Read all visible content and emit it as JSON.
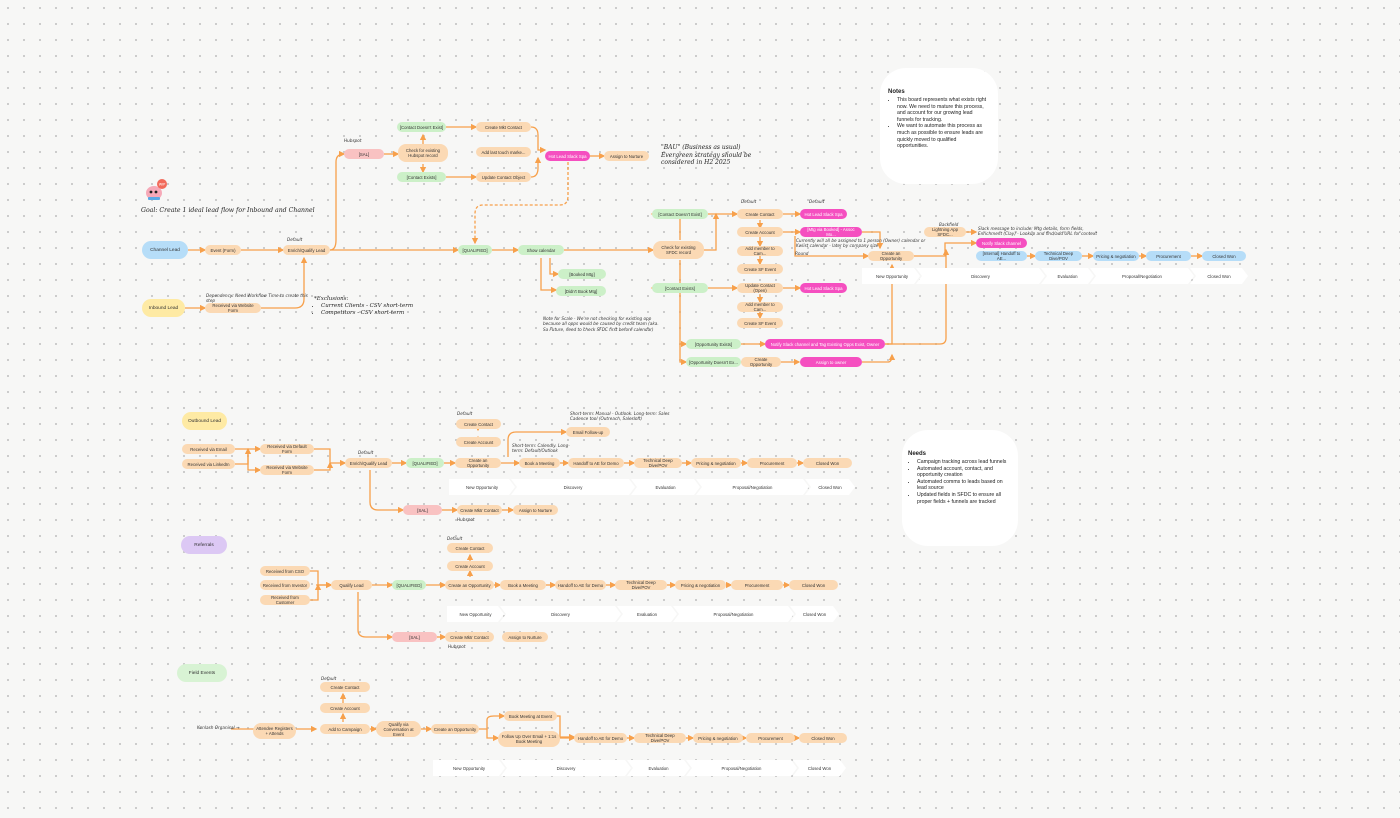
{
  "goal_title": "Goal: Create 1 ideal lead flow for Inbound and Channel",
  "notes_card": {
    "heading": "Notes",
    "items": [
      "This board represents what exists right now. We need to mature this process, and account for our growing lead funnels for tracking.",
      "We want to automate this process as much as possible to ensure leads are quickly moved to qualified opportunities."
    ]
  },
  "needs_card": {
    "heading": "Needs",
    "items": [
      "Campaign tracking across lead funnels",
      "Automated account, contact, and opportunity creation",
      "Automated comms to leads based on lead source",
      "Updated fields in SFDC to ensure all proper fields + funnels are tracked"
    ]
  },
  "bau_note": "\"BAU\" (Business as usual)\nEvergreen strategy should be\nconsidered in H2 2025",
  "exclusions": {
    "heading": "*Exclusions:",
    "items": [
      "Current Clients - CSV short-term",
      "Competitors - CSV short-term"
    ]
  },
  "annotations": {
    "a1": "Hubspot",
    "a2": "Default",
    "a3": "Dependency: Need Workflow Time to create this step",
    "a4": "Note for Scale - We're not checking for existing opp because all opps would be caused by credit team (aka. Sa Future, need to check SFDC first before calendar)",
    "a5": "Default",
    "a6": "Currently will all be assigned to 1 person (Owner) calendar or Kwlist calendar - later by company size",
    "a7": "Round",
    "a8": "Backfield",
    "a9": "Slack message to include: Mtg details, form fields, Enrichment (Clay) - Lookup and find/add URL for context",
    "a10": "Default",
    "a11": "Short-term: Manual - Outlook. Long-term: Sales Cadence tool (Outreach, Salesloft)",
    "a12": "Short-term: Calendly. Long-term: Default/Outlook",
    "a13": "Default",
    "a14": "Hubspot",
    "a15": "Default",
    "a16": "Hubspot",
    "a17": "Default",
    "a18": "Konlash Organisal →"
  },
  "nodes": {
    "channel_lead": "Channel Lead",
    "inbound_lead": "Inbound Lead",
    "event_form": "Event (Form)",
    "received_website": "Received via Website Form",
    "enrich_qualify_1": "Enrich/Qualify Lead",
    "sql_1": "[SAL]",
    "check_hubspot": "Check for existing Hubspot record",
    "contact_exist_1": "[Contact Doesn't Exist]",
    "contact_exists_1": "[Contact Exists]",
    "create_mkt_contact": "Create Mkt Contact",
    "add_touch": "Add last touch marke...",
    "update_contact_obj": "Update Contact Object",
    "hot_lead_slack_1": "Hot Lead Slack Spa",
    "assign_nurture_1": "Assign to Nurture",
    "qualified_1": "[QUALIFIED]",
    "show_calendar": "Show calendar",
    "booked_mtg": "[Booked Mtg]",
    "didnt_book": "[Didn't Book Mtg]",
    "check_sfdc": "Check for existing SFDC record",
    "contact_exist_2": "[Contact Doesn't Exist]",
    "contact_exists_2": "[Contact Exists]",
    "create_contact_2": "Create Contact",
    "create_account_2": "Create Account",
    "add_member_1": "Add member to Cam...",
    "create_sf_event_1": "Create SF Event",
    "update_contact_open": "Update Contact (Open)",
    "add_member_2": "Add member to Cam...",
    "create_sf_event_2": "Create SF Event",
    "hot_lead_slack_2": "Hot Lead Slack Spa",
    "mtg_booked": "[Mtg via Booked] - Assoc Mo...",
    "hot_lead_slack_3": "Hot Lead Slack Spa",
    "lightning_app": "Lightning App SFDC...",
    "notify_slack": "Notify Slack channel",
    "create_opp_2": "Create an Opportunity",
    "opp_exists": "[Opportunity Exists]",
    "opp_doesnt": "[Opportunity Doesn't Ex...",
    "create_opp_3": "Create Opportunity",
    "notify_slack_opp": "Notify Slack channel and Tag Existing Opps Exist, Owner",
    "assign_owner": "Assign to owner",
    "top_pipe_1": "[Internal] Handoff to AE...",
    "top_pipe_2": "Technical Deep Dive/POV",
    "top_pipe_3": "Pricing & negotiation",
    "top_pipe_4": "Procurement",
    "top_pipe_5": "Closed Won",
    "outbound_lead": "Outbound Lead",
    "recv_email": "Received via Email",
    "recv_linkedin": "Received via LinkedIn",
    "recv_default_form": "Received via Default Form",
    "recv_website_form": "Received via Website Form",
    "enrich_qualify_2": "Enrich/Qualify Lead",
    "qualified_2": "[QUALIFIED]",
    "create_contact_3": "Create Contact",
    "create_account_3": "Create Account",
    "email_followup": "Email Follow-up",
    "create_opp_4": "Create an Opportunity",
    "book_meeting_4": "Book a Meeting",
    "handoff_4": "Handoff to AE for Demo",
    "tech_4": "Technical Deep Dive/POV",
    "pricing_4": "Pricing & negotiation",
    "procurement_4": "Procurement",
    "closed_won_4": "Closed Won",
    "sal_4": "[SAL]",
    "create_mkt_4": "Create Mktr Contact",
    "assign_nurture_4": "Assign to Nurture",
    "referrals": "Referrals",
    "recv_cso": "Received from CSO",
    "recv_investor": "Received from Investor",
    "recv_customer": "Received from Customer",
    "qualify_lead_5": "Qualify Lead",
    "qualified_5": "[QUALIFIED]",
    "create_contact_5": "Create Contact",
    "create_account_5": "Create Account",
    "create_opp_5": "Create an Opportunity",
    "book_meeting_5": "Book a Meeting",
    "handoff_5": "Handoff to AE for Demo",
    "tech_5": "Technical Deep Dive/POV",
    "pricing_5": "Pricing & negotiation",
    "procurement_5": "Procurement",
    "closed_won_5": "Closed Won",
    "sal_5": "[SAL]",
    "create_mkt_5": "Create Mktr Contact",
    "assign_nurture_5": "Assign to Nurture",
    "field_events": "Field Events",
    "attendee": "Attendee Registers + Attends",
    "add_campaign": "Add to Campaign",
    "create_account_6": "Create Account",
    "create_contact_6": "Create Contact",
    "qualify_conversation": "Qualify via Conversation at Event",
    "create_opp_6": "Create an Opportunity",
    "book_meeting_event": "Book Meeting at Event",
    "follow_up_email": "Follow Up Over Email + 1:1s Book Meeting",
    "handoff_6": "Handoff to AE for Demo",
    "tech_6": "Technical Deep Dive/POV",
    "pricing_6": "Pricing & negotiation",
    "procurement_6": "Procurement",
    "closed_won_6": "Closed Won"
  },
  "stages": [
    "New Opportunity",
    "Discovery",
    "Evaluation",
    "Proposal/Negotiation",
    "Closed Won"
  ],
  "colors": {
    "orange": "#fbd9b4",
    "green": "#ccf0c8",
    "red": "#f9c2c2",
    "magenta": "#f54fc0",
    "blue": "#b6ddf8",
    "yellow": "#feeaa4",
    "purple": "#dcc8f4",
    "connector": "#f7a04b"
  }
}
